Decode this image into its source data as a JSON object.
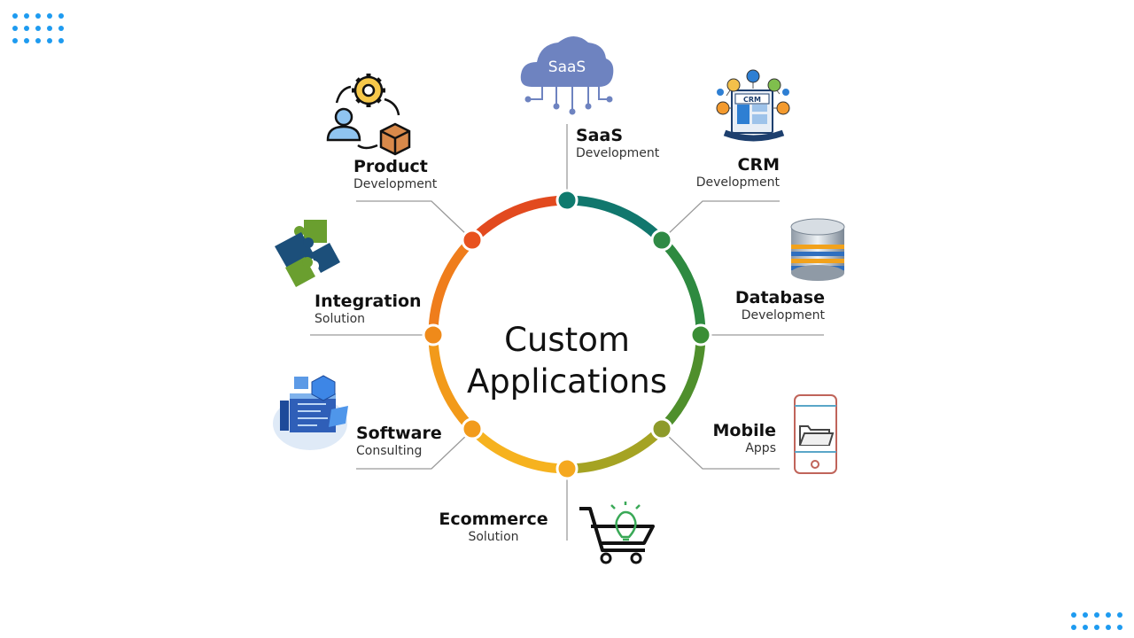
{
  "center": {
    "line1": "Custom",
    "line2": "Applications"
  },
  "saas_cloud_text": "SaaS",
  "crm_screen_text": "CRM",
  "items": [
    {
      "title": "SaaS",
      "subtitle": "Development",
      "icon": "cloud-icon",
      "node_color": "#0f7a6e"
    },
    {
      "title": "CRM",
      "subtitle": "Development",
      "icon": "crm-laptop-icon",
      "node_color": "#2f8a45"
    },
    {
      "title": "Database",
      "subtitle": "Development",
      "icon": "database-icon",
      "node_color": "#3a8e35"
    },
    {
      "title": "Mobile",
      "subtitle": "Apps",
      "icon": "mobile-phone-icon",
      "node_color": "#8d9a2a"
    },
    {
      "title": "Ecommerce",
      "subtitle": "Solution",
      "icon": "shopping-cart-icon",
      "node_color": "#f5a81f"
    },
    {
      "title": "Software",
      "subtitle": "Consulting",
      "icon": "software-window-icon",
      "node_color": "#f29b1c"
    },
    {
      "title": "Integration",
      "subtitle": "Solution",
      "icon": "puzzle-icon",
      "node_color": "#ef8a1a"
    },
    {
      "title": "Product",
      "subtitle": "Development",
      "icon": "product-cycle-icon",
      "node_color": "#e8521f"
    }
  ],
  "colors": {
    "accent_dots": "#1e9bf0",
    "connector": "#9a9a9a"
  }
}
